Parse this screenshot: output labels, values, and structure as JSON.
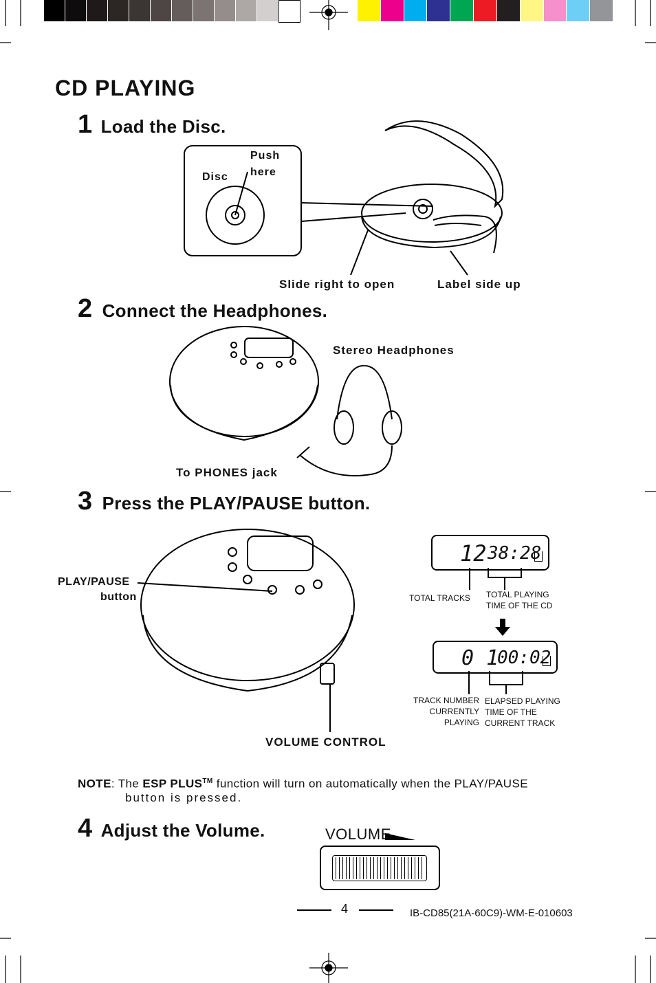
{
  "title": "CD PLAYING",
  "colorbar": {
    "grays": [
      "#000000",
      "#0e0c0c",
      "#1f1a19",
      "#2c2625",
      "#3b3534",
      "#4d4644",
      "#645d5b",
      "#7b7472",
      "#948d8b",
      "#ada7a6",
      "#d4cfcf",
      "#ffffff"
    ],
    "colors": [
      "#fff200",
      "#ec008c",
      "#00aeef",
      "#2e3192",
      "#00a651",
      "#ed1c24",
      "#231f20",
      "#fff685",
      "#f68fcb",
      "#6dcff6",
      "#939598"
    ]
  },
  "steps": [
    {
      "num": "1",
      "text": "Load the Disc."
    },
    {
      "num": "2",
      "text": "Connect the Headphones."
    },
    {
      "num": "3",
      "text": "Press the PLAY/PAUSE button."
    },
    {
      "num": "4",
      "text": "Adjust the Volume."
    }
  ],
  "step1": {
    "disc": "Disc",
    "push": "Push",
    "here": "here",
    "slide": "Slide right to open",
    "label_side": "Label side up"
  },
  "step2": {
    "headphones": "Stereo Headphones",
    "jack": "To PHONES jack"
  },
  "step3": {
    "play_pause": "PLAY/PAUSE",
    "button": "button",
    "volume_control": "VOLUME CONTROL",
    "display1": {
      "tracks": "12",
      "time": "38:28"
    },
    "display2": {
      "track": "0 1",
      "time": "00:02"
    },
    "total_tracks": "TOTAL TRACKS",
    "total_playing_1": "TOTAL PLAYING",
    "total_playing_2": "TIME OF THE CD",
    "track_number_1": "TRACK NUMBER",
    "track_number_2": "CURRENTLY",
    "track_number_3": "PLAYING",
    "elapsed_1": "ELAPSED PLAYING",
    "elapsed_2": "TIME OF THE",
    "elapsed_3": "CURRENT TRACK"
  },
  "note": {
    "label": "NOTE",
    "pre": ": The ",
    "esp": "ESP PLUS",
    "tm": "TM",
    "post": " function will turn on automatically when the PLAY/PAUSE",
    "line2": "button is pressed."
  },
  "volume_label": "VOLUME",
  "page_number": "4",
  "doc_code": "IB-CD85(21A-60C9)-WM-E-010603"
}
